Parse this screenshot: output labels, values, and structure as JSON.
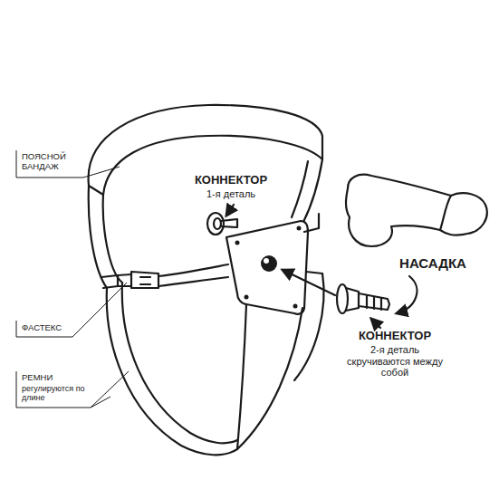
{
  "diagram": {
    "labels": [
      "ПОЯСНОЙ БАНДАЖ",
      "КОННЕКТОР",
      "1-я деталь",
      "НАСАДКА",
      "КОННЕКТОР",
      "2-я деталь скручиваются между собой",
      "ФАСТЕКС",
      "РЕМНИ",
      "регулируются по длине"
    ]
  }
}
